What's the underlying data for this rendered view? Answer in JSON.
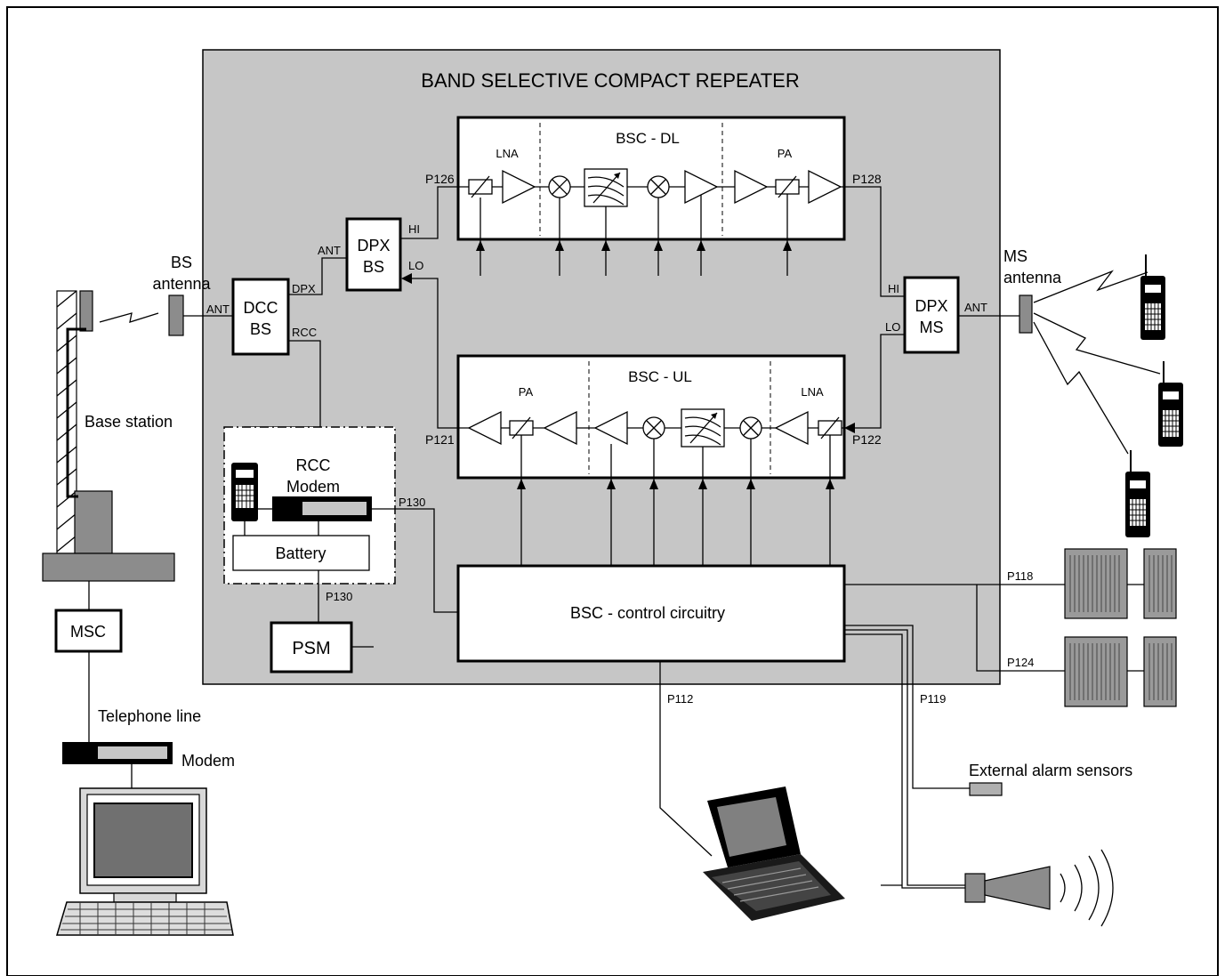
{
  "title": "BAND SELECTIVE COMPACT REPEATER",
  "colors": {
    "panel": "#c6c6c6",
    "dark": "#000000",
    "device_grey": "#8c8c8c",
    "screen_grey": "#707070"
  },
  "blocks": {
    "dl": {
      "title": "BSC - DL",
      "lna": "LNA",
      "pa": "PA",
      "port_in": "P126",
      "port_out": "P128"
    },
    "ul": {
      "title": "BSC - UL",
      "pa": "PA",
      "lna": "LNA",
      "port_out": "P121",
      "port_in": "P122"
    },
    "dpx_bs": {
      "line1": "DPX",
      "line2": "BS",
      "hi": "HI",
      "lo": "LO",
      "ant": "ANT"
    },
    "dcc_bs": {
      "line1": "DCC",
      "line2": "BS",
      "ant": "ANT",
      "dpx": "DPX",
      "rcc": "RCC"
    },
    "dpx_ms": {
      "line1": "DPX",
      "line2": "MS",
      "hi": "HI",
      "lo": "LO",
      "ant": "ANT"
    },
    "control": {
      "label": "BSC - control circuitry"
    },
    "psm": {
      "label": "PSM"
    },
    "battery": {
      "label": "Battery"
    },
    "rcc_modem": {
      "line1": "RCC",
      "line2": "Modem"
    }
  },
  "ports": {
    "p130_top": "P130",
    "p130_bottom": "P130",
    "p118": "P118",
    "p124": "P124",
    "p112": "P112",
    "p119": "P119"
  },
  "external": {
    "bs_antenna_line1": "BS",
    "bs_antenna_line2": "antenna",
    "ms_antenna_line1": "MS",
    "ms_antenna_line2": "antenna",
    "base_station": "Base station",
    "msc": "MSC",
    "telephone_line": "Telephone line",
    "modem": "Modem",
    "alarm_sensors": "External alarm sensors"
  }
}
